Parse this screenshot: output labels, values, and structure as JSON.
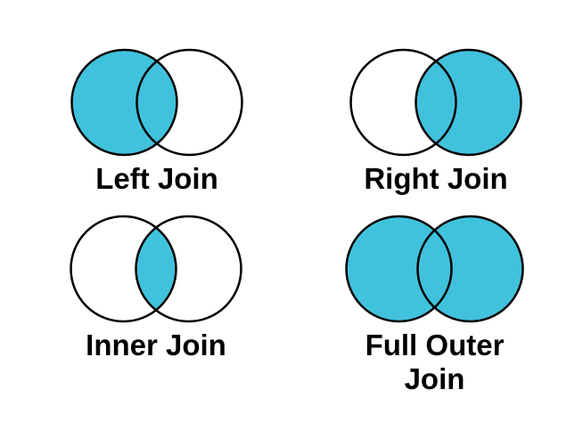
{
  "colors": {
    "highlight": "#41C2DC",
    "outline": "#000000",
    "empty": "#ffffff"
  },
  "diagrams": [
    {
      "id": "left-join",
      "label": "Left Join",
      "highlighted_region": "left"
    },
    {
      "id": "right-join",
      "label": "Right Join",
      "highlighted_region": "right"
    },
    {
      "id": "inner-join",
      "label": "Inner Join",
      "highlighted_region": "inner"
    },
    {
      "id": "full-outer-join",
      "label": "Full Outer Join",
      "highlighted_region": "full"
    }
  ]
}
